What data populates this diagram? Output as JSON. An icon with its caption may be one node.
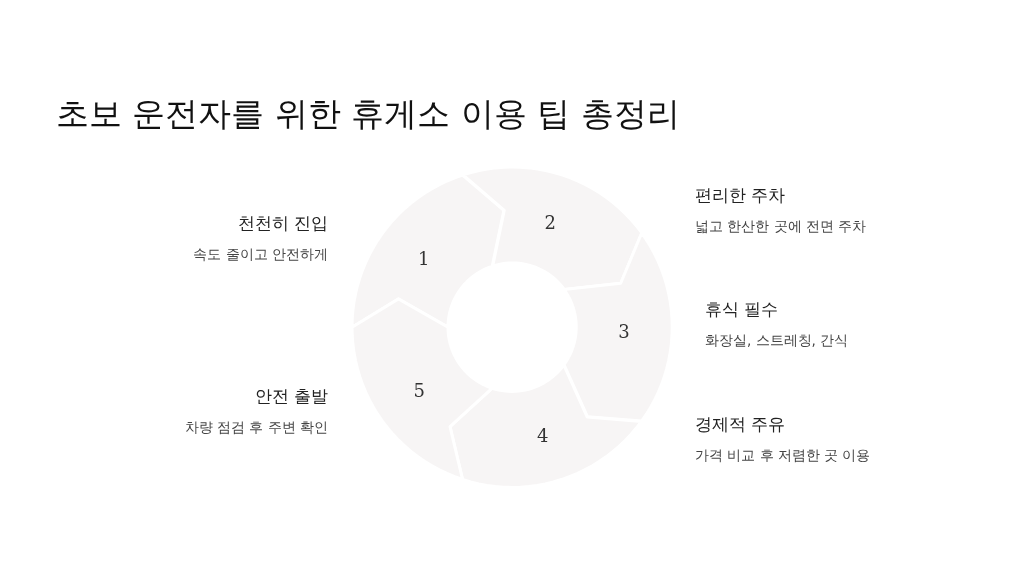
{
  "diagram": {
    "title": "초보 운전자를 위한 휴게소 이용 팁 총정리",
    "nodes": [
      {
        "text": [
          "1"
        ],
        "beside": [
          "천천히 진입",
          "속도 줄이고 안전하게"
        ]
      },
      {
        "text": [
          "2"
        ],
        "beside": [
          "편리한 주차",
          "넓고 한산한 곳에 전면 주차"
        ]
      },
      {
        "text": [
          "3"
        ],
        "beside": [
          "휴식 필수",
          "화장실, 스트레칭, 간식"
        ]
      },
      {
        "text": [
          "4"
        ],
        "beside": [
          "경제적 주유",
          "가격 비교 후 저렴한 곳 이용"
        ]
      },
      {
        "text": [
          "5"
        ],
        "beside": [
          "안전 출발",
          "차량 점검 후 주변 확인"
        ]
      }
    ],
    "edges": []
  }
}
